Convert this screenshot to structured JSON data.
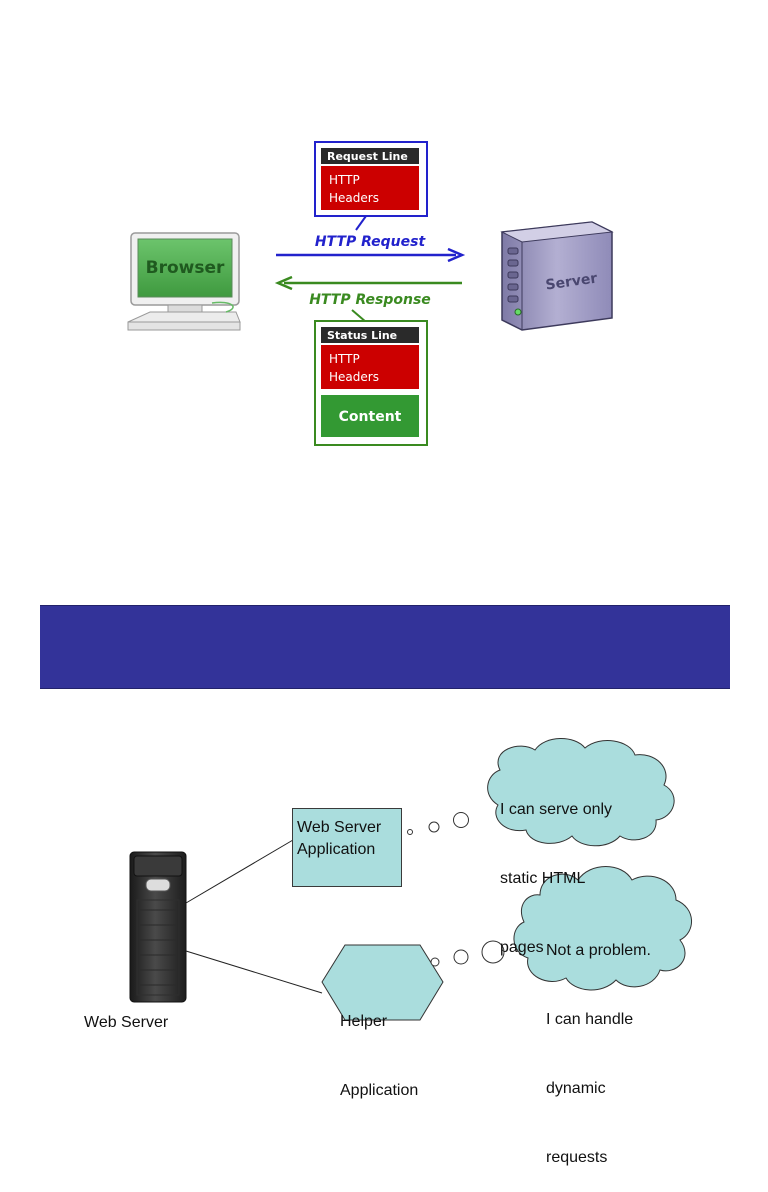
{
  "top_diagram": {
    "browser_label": "Browser",
    "server_label": "Server",
    "request_box": {
      "header": "Request Line",
      "body": [
        "HTTP",
        "Headers"
      ]
    },
    "request_arrow_label": "HTTP Request",
    "response_arrow_label": "HTTP Response",
    "response_box": {
      "header": "Status Line",
      "body": [
        "HTTP",
        "Headers"
      ],
      "content": "Content"
    },
    "colors": {
      "request_blue": "#2222cc",
      "response_green": "#3a8a20",
      "header_dark": "#2a2a2a",
      "body_red": "#cc0000",
      "content_green": "#339933",
      "browser_screen": "#55b055"
    }
  },
  "banner": {
    "color": "#333399"
  },
  "bottom_diagram": {
    "web_server_app": [
      "Web Server",
      "Application"
    ],
    "helper_app": [
      "Helper",
      "Application"
    ],
    "cloud_static": [
      "I can serve only",
      "static HTML",
      "pages"
    ],
    "cloud_dynamic": [
      "Not a problem.",
      "I can handle",
      "dynamic",
      "requests"
    ],
    "web_server_caption": "Web Server",
    "colors": {
      "note_fill": "#aadddd"
    }
  }
}
